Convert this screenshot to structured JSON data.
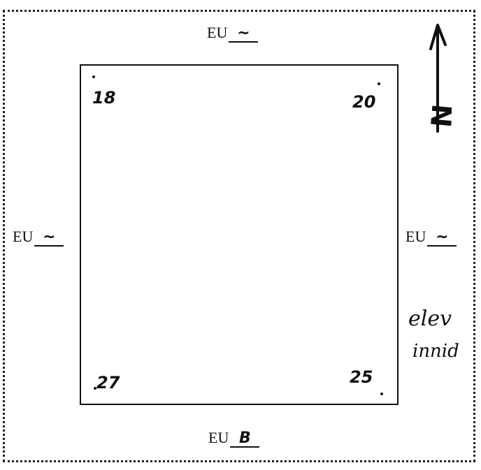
{
  "labels": {
    "top": {
      "prefix": "EU",
      "fill": "~"
    },
    "left": {
      "prefix": "EU",
      "fill": "~"
    },
    "right": {
      "prefix": "EU",
      "fill": "~"
    },
    "bottom": {
      "prefix": "EU",
      "fill": "B"
    }
  },
  "corners": {
    "nw": "18",
    "ne": "20",
    "sw": "27",
    "se": "25"
  },
  "notes": [
    "elev",
    "innid"
  ],
  "north": {
    "letter": "N"
  }
}
